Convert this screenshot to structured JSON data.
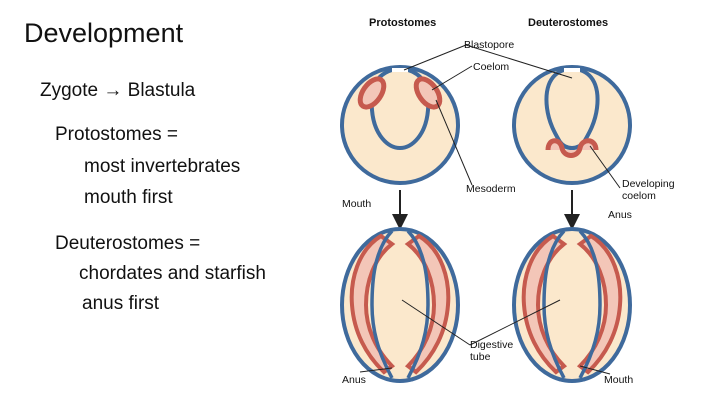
{
  "slide": {
    "title": "Development",
    "zygote_line": "Zygote → Blastula",
    "protostomes": {
      "heading": "Protostomes =",
      "item_1": "most invertebrates",
      "item_2": "mouth first"
    },
    "deuterostomes": {
      "heading": "Deuterostomes =",
      "item_1": "chordates and starfish",
      "item_2": "anus first"
    }
  },
  "figure": {
    "header_protostomes": "Protostomes",
    "header_deuterostomes": "Deuterostomes",
    "labels": {
      "blastopore": "Blastopore",
      "coelom": "Coelom",
      "mesoderm": "Mesoderm",
      "mouth_top": "Mouth",
      "developing": "Developing",
      "coelom_2": "coelom",
      "anus_right": "Anus",
      "digestive": "Digestive",
      "tube": "tube",
      "anus_bottom": "Anus",
      "mouth_bottom": "Mouth"
    },
    "colors": {
      "outline": "#3f6a9c",
      "fill": "#fbe8cc",
      "mesoderm": "#c65a4e",
      "coelom": "#f3c6b8"
    }
  }
}
